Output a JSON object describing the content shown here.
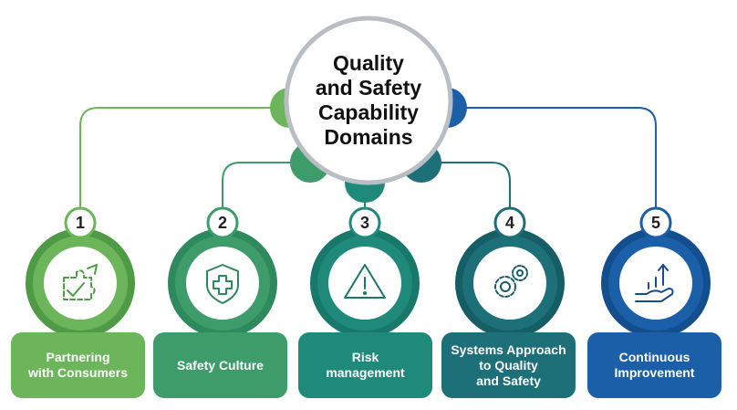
{
  "title": "Quality\nand Safety\nCapability\nDomains",
  "domains": [
    {
      "number": "1",
      "label": "Partnering\nwith Consumers",
      "icon": "puzzle-icon",
      "color": "#6cb55a",
      "dark": "#4f9a45"
    },
    {
      "number": "2",
      "label": "Safety Culture",
      "icon": "shield-cross-icon",
      "color": "#3d9c6a",
      "dark": "#2e8a5c"
    },
    {
      "number": "3",
      "label": "Risk\nmanagement",
      "icon": "warning-icon",
      "color": "#1f8a7a",
      "dark": "#18796b"
    },
    {
      "number": "4",
      "label": "Systems Approach\nto Quality\nand Safety",
      "icon": "gears-icon",
      "color": "#1d6f78",
      "dark": "#165e66"
    },
    {
      "number": "5",
      "label": "Continuous\nImprovement",
      "icon": "growth-hand-icon",
      "color": "#1a5fa8",
      "dark": "#134e8e"
    }
  ]
}
